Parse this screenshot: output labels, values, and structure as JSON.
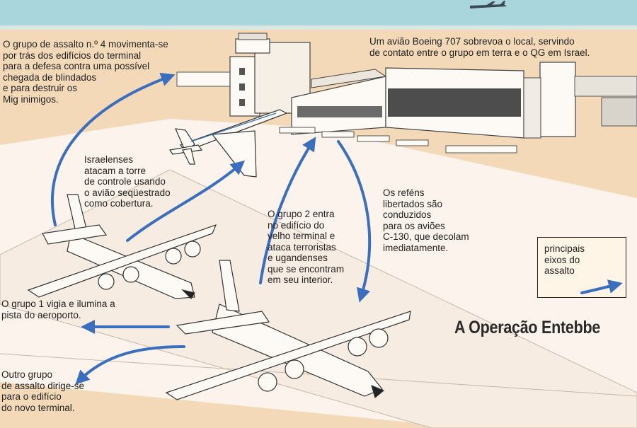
{
  "title": "A Operação Entebbe",
  "legend": {
    "text": "principais\neixos do\nassalto",
    "arrow_color": "#3a6fc0"
  },
  "notes": {
    "group4": "O grupo de assalto n.º 4 movimenta-se\npor trás dos edifícios do terminal\npara a defesa contra uma possível\nchegada de blindados\ne para destruir os\nMig inimigos.",
    "boeing": "Um avião Boeing 707 sobrevoa o local, servindo\nde contato entre o grupo em terra e o QG em Israel.",
    "israelis": "Israelenses\natacam a torre\nde controle usando\no avião seqüestrado\ncomo cobertura.",
    "hostages": "Os reféns\nlibertados são\nconduzidos\npara os aviões\nC-130, que decolam\nimediatamente.",
    "group2": "O grupo 2 entra\nno edifício do\nvelho terminal e\nataca terroristas\ne ugandenses\nque se encontram\nem seu interior.",
    "group1": "O grupo 1 vigia e ilumina a\npista do aeroporto.",
    "other_group": "Outro grupo\nde assalto dirige-se\npara o edifício\ndo novo terminal."
  },
  "colors": {
    "sky": "#a9d6dd",
    "sand": "#f3d9b8",
    "tarmac": "#fbf3ec",
    "arrow": "#3a6fc0",
    "building": "#fdfaf5",
    "ink": "#2a2a2a"
  }
}
